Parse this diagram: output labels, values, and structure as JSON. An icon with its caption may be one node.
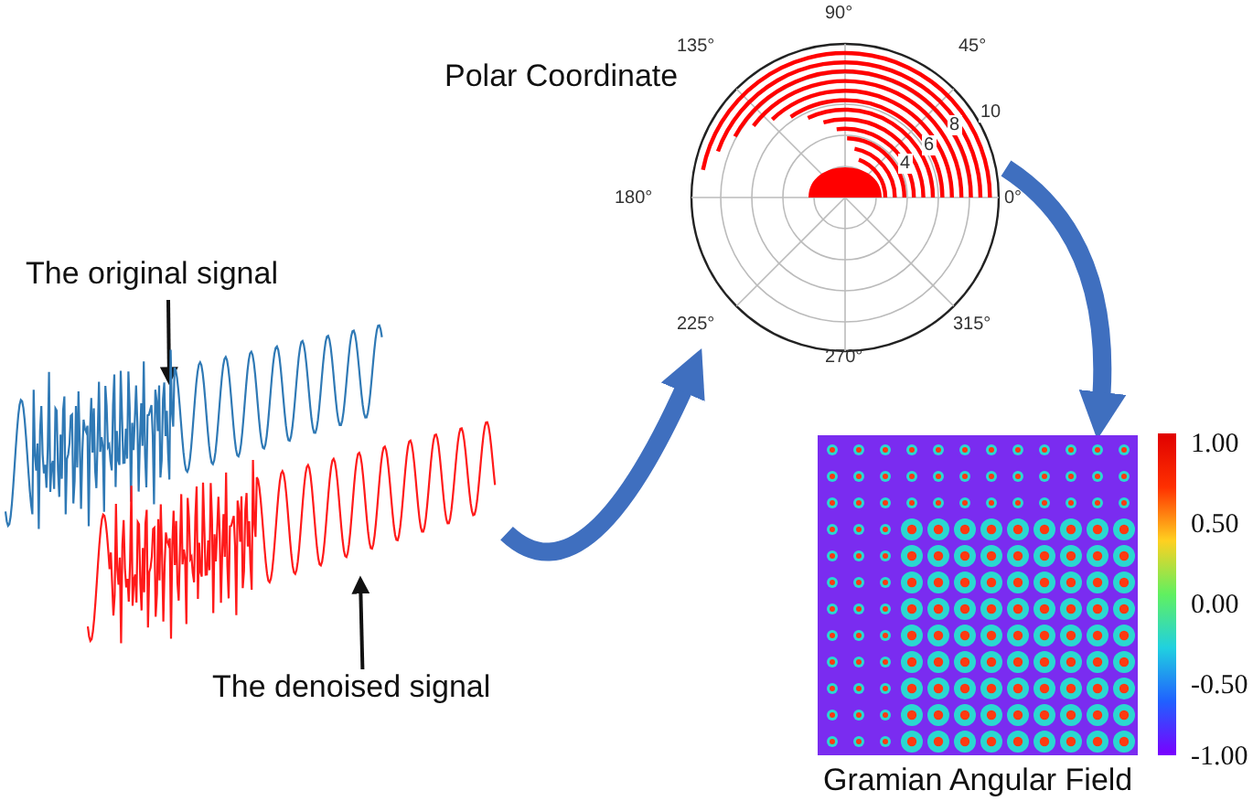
{
  "diagram": {
    "nodes": [
      {
        "text": [
          "The original signal"
        ]
      },
      {
        "text": [],
        "shape": "chart"
      },
      {
        "text": [],
        "shape": "chart"
      },
      {
        "text": [
          "The denoised signal"
        ]
      },
      {
        "text": [
          "Polar Coordinate"
        ]
      },
      {
        "text": [
          "Gramian Angular Field"
        ]
      }
    ],
    "edges": [
      {
        "from": 0,
        "to": 1,
        "arrow": "to"
      },
      {
        "from": 3,
        "to": 2,
        "arrow": "to"
      },
      {
        "from": 2,
        "to": 4,
        "arrow": "to",
        "style": "thick",
        "color": "#3f6fbf"
      },
      {
        "from": 4,
        "to": 5,
        "arrow": "to",
        "style": "thick",
        "color": "#3f6fbf"
      }
    ],
    "labels": [
      "90°",
      "135°",
      "45°",
      "10",
      "8",
      "6",
      "4",
      "180°",
      "0°",
      "225°",
      "315°",
      "270°",
      "1.00",
      "0.50",
      "0.00",
      "-0.50",
      "-1.00"
    ]
  }
}
